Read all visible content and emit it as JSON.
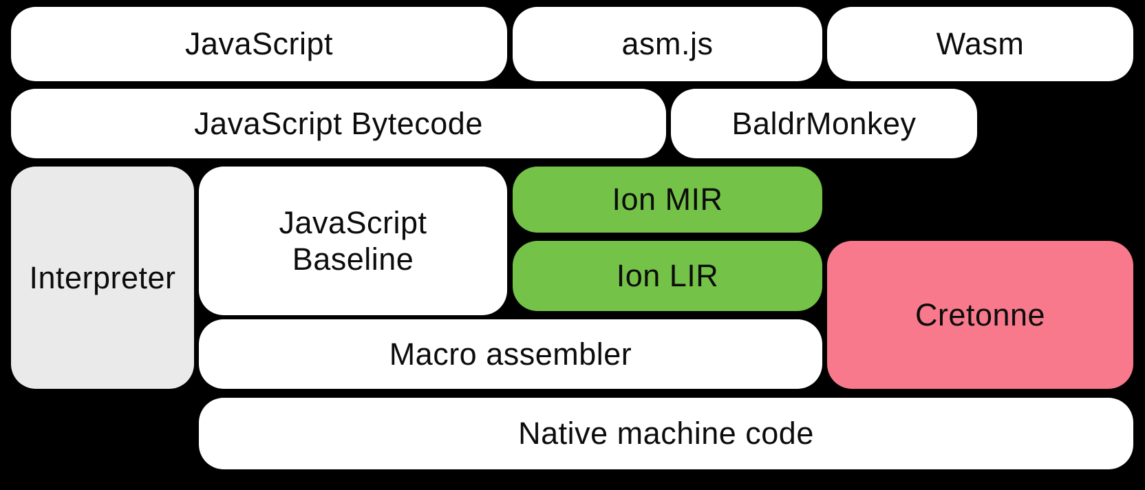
{
  "diagram": {
    "background": "#000000",
    "palette": {
      "box_white": "#ffffff",
      "box_gray": "#eaeaea",
      "box_green": "#74c247",
      "box_pink": "#f7798b",
      "text": "#0c0c0c"
    },
    "nodes": {
      "javascript": {
        "label": "JavaScript",
        "fill": "#ffffff"
      },
      "asmjs": {
        "label": "asm.js",
        "fill": "#ffffff"
      },
      "wasm": {
        "label": "Wasm",
        "fill": "#ffffff"
      },
      "bytecode": {
        "label": "JavaScript Bytecode",
        "fill": "#ffffff"
      },
      "baldrmonkey": {
        "label": "BaldrMonkey",
        "fill": "#ffffff"
      },
      "interpreter": {
        "label": "Interpreter",
        "fill": "#eaeaea"
      },
      "baseline": {
        "label": "JavaScript\nBaseline",
        "fill": "#ffffff"
      },
      "ion_mir": {
        "label": "Ion MIR",
        "fill": "#74c247"
      },
      "ion_lir": {
        "label": "Ion LIR",
        "fill": "#74c247"
      },
      "cretonne": {
        "label": "Cretonne",
        "fill": "#f7798b"
      },
      "macro": {
        "label": "Macro assembler",
        "fill": "#ffffff"
      },
      "native": {
        "label": "Native machine code",
        "fill": "#ffffff"
      }
    }
  }
}
